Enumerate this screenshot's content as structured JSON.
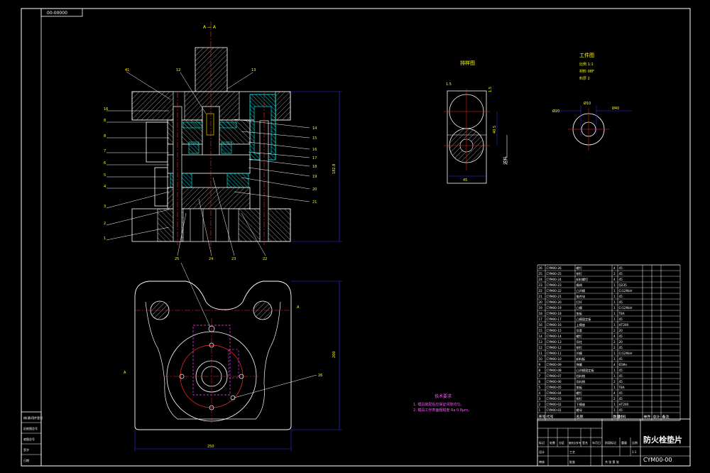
{
  "drawing": {
    "corner_tag": "00-00000",
    "section_mark": "A — A",
    "product_title": "防火栓垫片",
    "drawing_number": "CYM00-00"
  },
  "section_view": {
    "left_callouts": [
      "41",
      "16",
      "8",
      "8",
      "7",
      "6",
      "5",
      "4",
      "3",
      "2",
      "1"
    ],
    "top_callouts": [
      "12",
      "13"
    ],
    "right_callouts": [
      "14",
      "15",
      "16",
      "17",
      "18",
      "19",
      "20",
      "21"
    ],
    "bottom_callouts": [
      "25",
      "24",
      "23",
      "22"
    ],
    "height_dim": "182.8"
  },
  "strip_layout": {
    "title": "排样图",
    "dim_left": "1.5",
    "dim_right_top": "1.5",
    "dim_mid": "40.5",
    "feed_label": "送料",
    "dim_bottom": "45"
  },
  "workpiece": {
    "title": "工件图",
    "lines": [
      "比例 1:1",
      "材料 08F",
      "料厚 2"
    ],
    "dim_left": "Ø20",
    "dim_inner": "Ø10",
    "dim_right": "Ø40"
  },
  "plan_view": {
    "width_dim": "250",
    "height_dim": "200",
    "tag_left": "A",
    "tag_right": "A",
    "callout": "26"
  },
  "tech_requirements": {
    "title": "技术要求",
    "lines": [
      "1. 模具装配后应保证间隙均匀。",
      "2. 模具工作表面粗糙度 Ra 0.8μm。"
    ]
  },
  "bom": {
    "headers": [
      "序号",
      "代号",
      "名称",
      "数量",
      "材料",
      "单件",
      "总计",
      "备注"
    ],
    "rows": [
      [
        "26",
        "CYM00-26",
        "螺钉",
        "4",
        "45"
      ],
      [
        "25",
        "CYM00-25",
        "销钉",
        "2",
        "45"
      ],
      [
        "24",
        "CYM00-24",
        "卸料螺钉",
        "4",
        "45"
      ],
      [
        "23",
        "CYM00-23",
        "模柄",
        "1",
        "Q235"
      ],
      [
        "22",
        "CYM00-22",
        "凸凹模",
        "1",
        "Cr12MoV"
      ],
      [
        "21",
        "CYM00-21",
        "推件块",
        "1",
        "45"
      ],
      [
        "20",
        "CYM00-20",
        "打杆",
        "1",
        "45"
      ],
      [
        "19",
        "CYM00-19",
        "凸模",
        "1",
        "Cr12MoV"
      ],
      [
        "18",
        "CYM00-18",
        "垫板",
        "1",
        "T8A"
      ],
      [
        "17",
        "CYM00-17",
        "凸模固定板",
        "1",
        "45"
      ],
      [
        "16",
        "CYM00-16",
        "上模座",
        "1",
        "HT200"
      ],
      [
        "15",
        "CYM00-15",
        "导套",
        "2",
        "20"
      ],
      [
        "14",
        "CYM00-14",
        "螺钉",
        "4",
        "45"
      ],
      [
        "13",
        "CYM00-13",
        "导柱",
        "2",
        "20"
      ],
      [
        "12",
        "CYM00-12",
        "销钉",
        "2",
        "45"
      ],
      [
        "11",
        "CYM00-11",
        "凹模",
        "1",
        "Cr12MoV"
      ],
      [
        "10",
        "CYM00-10",
        "卸料板",
        "1",
        "45"
      ],
      [
        "9",
        "CYM00-09",
        "弹簧",
        "4",
        "65Mn"
      ],
      [
        "8",
        "CYM00-08",
        "凸凹模固定板",
        "1",
        "45"
      ],
      [
        "7",
        "CYM00-07",
        "挡料销",
        "1",
        "45"
      ],
      [
        "6",
        "CYM00-06",
        "导料销",
        "2",
        "45"
      ],
      [
        "5",
        "CYM00-05",
        "垫板",
        "1",
        "T8A"
      ],
      [
        "4",
        "CYM00-04",
        "螺钉",
        "4",
        "45"
      ],
      [
        "3",
        "CYM00-03",
        "销钉",
        "2",
        "45"
      ],
      [
        "2",
        "CYM00-02",
        "下模座",
        "1",
        "HT200"
      ],
      [
        "1",
        "CYM00-01",
        "螺母",
        "1",
        "45"
      ]
    ]
  },
  "title_block": {
    "row_labels": [
      "标记",
      "处数",
      "分区",
      "更改文件号",
      "签名",
      "年月日"
    ],
    "lower_labels": [
      "设计",
      "审核",
      "工艺",
      "批准"
    ],
    "stage_labels": [
      "阶段标记",
      "重量",
      "比例"
    ],
    "scale": "1:1",
    "sheet": "共 张 第 张"
  },
  "left_strip": {
    "labels": [
      "借(通)用件登记",
      "旧底图总号",
      "底图总号",
      "签字",
      "日期"
    ]
  },
  "colors": {
    "background": "#000000",
    "outline": "#ffffff",
    "hatch": "#00ffff",
    "center": "#ff2a2a",
    "dimension": "#3333ff",
    "text_yellow": "#ffff00",
    "magenta": "#ff44ff"
  }
}
